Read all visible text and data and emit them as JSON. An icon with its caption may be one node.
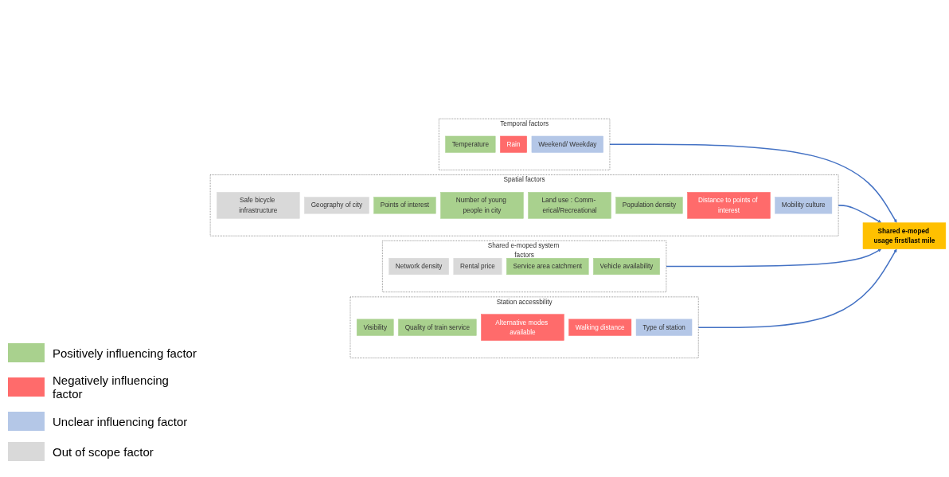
{
  "diagram": {
    "nodes": [
      {
        "text": [
          "Temporal factors"
        ]
      },
      {
        "text": [
          "Temperature"
        ],
        "in": 0
      },
      {
        "text": [
          "Rain"
        ],
        "in": 0
      },
      {
        "text": [
          "Weekend/ Weekday"
        ],
        "in": 0
      },
      {
        "text": [
          "Spatial factors"
        ]
      },
      {
        "text": [
          "Safe bicycle infrastructure"
        ],
        "in": 4
      },
      {
        "text": [
          "Geography of city"
        ],
        "in": 4
      },
      {
        "text": [
          "Points of interest"
        ],
        "in": 4
      },
      {
        "text": [
          "Number of young people in city"
        ],
        "in": 4
      },
      {
        "text": [
          "Land use : Comm- erical/Recreational"
        ],
        "in": 4
      },
      {
        "text": [
          "Population density"
        ],
        "in": 4
      },
      {
        "text": [
          "Distance to points of interest"
        ],
        "in": 4
      },
      {
        "text": [
          "Mobility culture"
        ],
        "in": 4
      },
      {
        "text": [
          "Shared e-moped system factors"
        ]
      },
      {
        "text": [
          "Network density"
        ],
        "in": 13
      },
      {
        "text": [
          "Rental price"
        ],
        "in": 13
      },
      {
        "text": [
          "Service area catchment"
        ],
        "in": 13
      },
      {
        "text": [
          "Vehicle availability"
        ],
        "in": 13
      },
      {
        "text": [
          "Station accessbility"
        ]
      },
      {
        "text": [
          "Visibility"
        ],
        "in": 18
      },
      {
        "text": [
          "Quality of train service"
        ],
        "in": 18
      },
      {
        "text": [
          "Alternative modes available"
        ],
        "in": 18
      },
      {
        "text": [
          "Walking distance"
        ],
        "in": 18
      },
      {
        "text": [
          "Type of station"
        ],
        "in": 18
      },
      {
        "text": [
          "Shared e-moped usage first/last mile"
        ]
      }
    ],
    "edges": [
      {
        "from": 0,
        "to": 24,
        "arrow": "to"
      },
      {
        "from": 4,
        "to": 24,
        "arrow": "to"
      },
      {
        "from": 13,
        "to": 24,
        "arrow": "to"
      },
      {
        "from": 18,
        "to": 24,
        "arrow": "to"
      }
    ],
    "legend": [
      {
        "text": "Positively influencing factor",
        "color": "#a9d18e"
      },
      {
        "text": "Negatively influencing factor",
        "color": "#ff6b6b"
      },
      {
        "text": "Unclear influencing factor",
        "color": "#b4c7e7"
      },
      {
        "text": "Out of scope factor",
        "color": "#d9d9d9"
      }
    ]
  }
}
